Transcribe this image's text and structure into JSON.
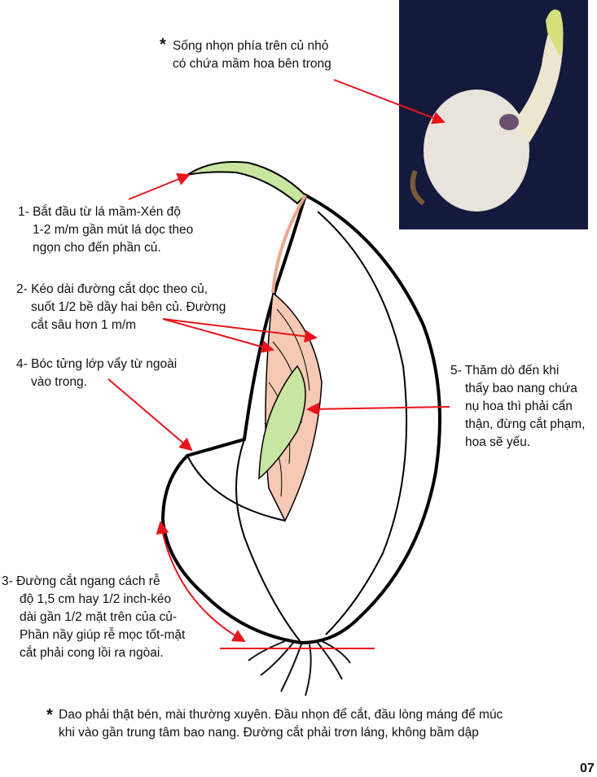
{
  "top_note": {
    "marker": "*",
    "lines": [
      "Sống nhọn phía trên củ nhỏ",
      "có chứa mầm hoa bên trong"
    ]
  },
  "steps": [
    {
      "id": "1",
      "lines": [
        "1- Bắt đầu từ lá mầm-Xén độ",
        "1-2 m/m gần mút lá dọc theo",
        "ngọn cho đến phần củ."
      ]
    },
    {
      "id": "2",
      "lines": [
        "2- Kéo dài đường cắt dọc theo củ,",
        "suốt 1/2 bề dầy hai bên củ. Đường",
        "cắt sâu hơn 1 m/m"
      ]
    },
    {
      "id": "4",
      "lines": [
        "4- Bóc tửng lớp vẩy từ ngoài",
        "vào trong."
      ]
    },
    {
      "id": "5",
      "lines": [
        "5- Thăm dò đến khi",
        "thấy bao nang chứa",
        "nụ hoa thì phải cẩn",
        "thận, đừng cắt phạm,",
        "hoa sẽ yếu."
      ]
    },
    {
      "id": "3",
      "lines": [
        "3- Đường cắt ngang cách rễ",
        "độ 1,5 cm hay 1/2 inch-kéo",
        "dài gần 1/2 mặt trên của củ-",
        "Phần  nầy giúp rễ mọc tốt-mặt",
        "cắt phải cong lồi ra ngòai."
      ]
    }
  ],
  "bottom_note": {
    "marker": "*",
    "lines": [
      "Dao phải thật bén, mài thường xuyên. Đầu nhọn để cắt, đầu lòng máng để múc",
      "khi vào gần trung tâm bao nang. Đường cắt phải trơn láng, không bầm dập"
    ]
  },
  "page_number": "07",
  "colors": {
    "arrow": "#e8141c",
    "leaf": "#c8e6a0",
    "scale_inner": "#f6c9b5",
    "photo_bg": "#141a3c"
  }
}
